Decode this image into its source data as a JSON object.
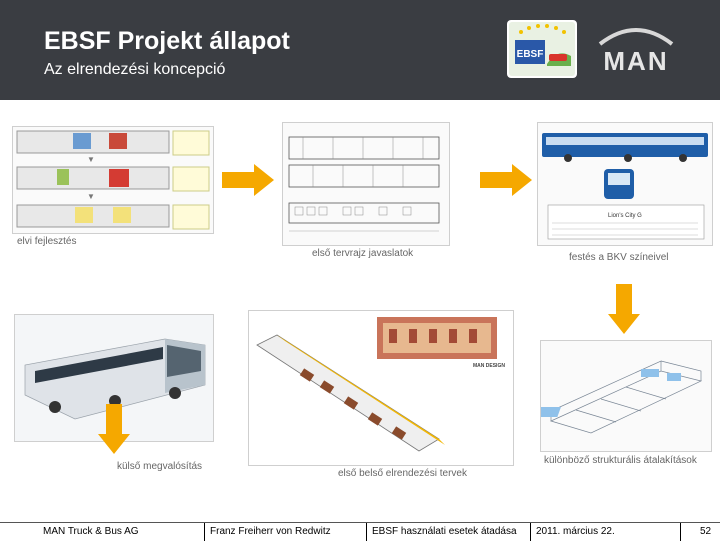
{
  "header": {
    "title": "EBSF Projekt állapot",
    "subtitle": "Az elrendezési koncepció",
    "ebsf_logo_text": "EBSF",
    "man_logo_text": "MAN"
  },
  "captions": {
    "elvi": "elvi fejlesztés",
    "tervrajz": "első tervrajz javaslatok",
    "festes": "festés a BKV színeivel",
    "strukturalis": "különböző strukturális átalakítások",
    "belso": "első belső elrendezési tervek",
    "kulso": "külső megvalósítás"
  },
  "thumbnail_labels": {
    "man_design": "MAN DESIGN",
    "lions_city": "Lion's City G"
  },
  "footer": {
    "company": "MAN Truck & Bus AG",
    "author": "Franz Freiherr von Redwitz",
    "topic": "EBSF használati esetek átadása",
    "date": "2011. március 22.",
    "page": "52"
  },
  "colors": {
    "header_bg": "#3a3d42",
    "arrow": "#f5a800",
    "bkv_blue": "#1f5ea8"
  },
  "icons": [
    "arrow-right-icon",
    "arrow-down-icon",
    "arrow-left-icon"
  ]
}
